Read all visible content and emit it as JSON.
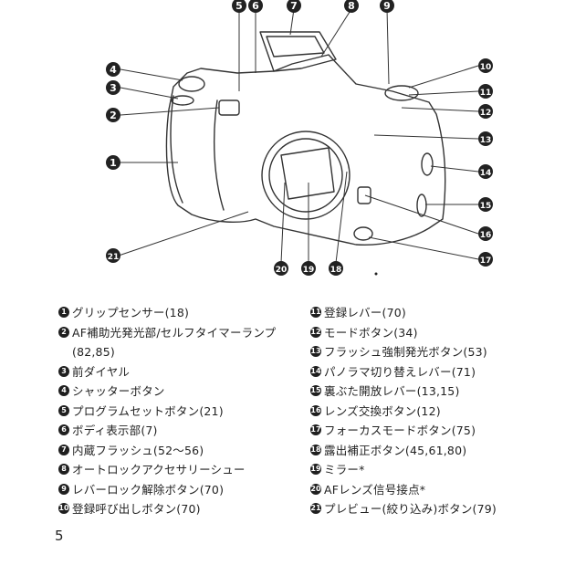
{
  "legend": {
    "left": [
      {
        "num": "1",
        "label": "グリップセンサー(18)"
      },
      {
        "num": "2",
        "label": "AF補助光発光部/セルフタイマーランプ\n(82,85)"
      },
      {
        "num": "3",
        "label": "前ダイヤル"
      },
      {
        "num": "4",
        "label": "シャッターボタン"
      },
      {
        "num": "5",
        "label": "プログラムセットボタン(21)"
      },
      {
        "num": "6",
        "label": "ボディ表示部(7)"
      },
      {
        "num": "7",
        "label": "内蔵フラッシュ(52〜56)"
      },
      {
        "num": "8",
        "label": "オートロックアクセサリーシュー"
      },
      {
        "num": "9",
        "label": "レバーロック解除ボタン(70)"
      },
      {
        "num": "10",
        "label": "登録呼び出しボタン(70)"
      }
    ],
    "right": [
      {
        "num": "11",
        "label": "登録レバー(70)"
      },
      {
        "num": "12",
        "label": "モードボタン(34)"
      },
      {
        "num": "13",
        "label": "フラッシュ強制発光ボタン(53)"
      },
      {
        "num": "14",
        "label": "パノラマ切り替えレバー(71)"
      },
      {
        "num": "15",
        "label": "裏ぶた開放レバー(13,15)"
      },
      {
        "num": "16",
        "label": "レンズ交換ボタン(12)"
      },
      {
        "num": "17",
        "label": "フォーカスモードボタン(75)"
      },
      {
        "num": "18",
        "label": "露出補正ボタン(45,61,80)"
      },
      {
        "num": "19",
        "label": "ミラー*"
      },
      {
        "num": "20",
        "label": "AFレンズ信号接点*"
      },
      {
        "num": "21",
        "label": "プレビュー(絞り込み)ボタン(79)"
      }
    ]
  },
  "page_number": "5"
}
